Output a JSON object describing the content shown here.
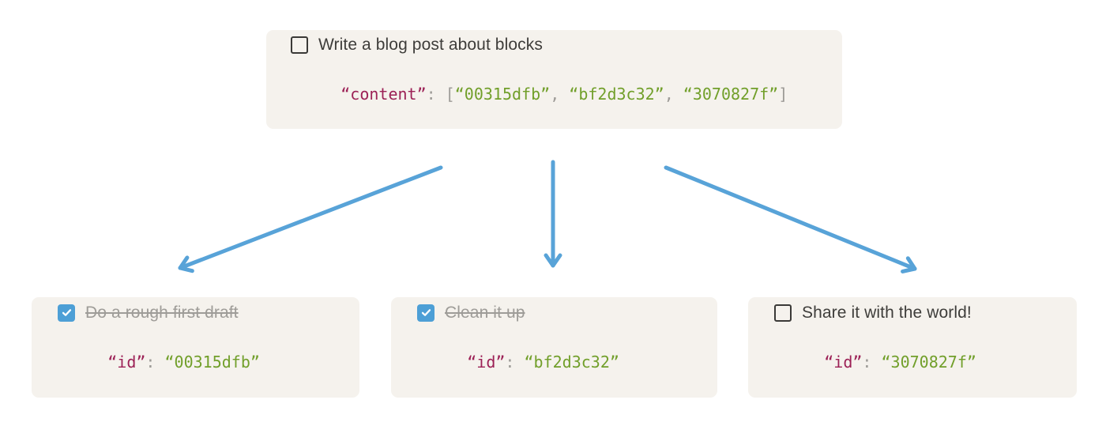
{
  "colors": {
    "arrow_blue": "#58a3d8",
    "checkbox_checked_blue": "#4d9fd6",
    "code_key_maroon": "#9c2156",
    "code_string_green": "#719f2a",
    "code_punct_gray": "#9d9b97",
    "done_text_gray": "#9e9c98",
    "text_dark": "#3e3d3a",
    "card_background": "#f5f2ed"
  },
  "parent": {
    "label": "Write a blog post about blocks",
    "checked": false,
    "code": {
      "key": "“content”",
      "colon": ": ",
      "open_bracket": "[",
      "id1": "“00315dfb”",
      "sep1": ", ",
      "id2": "“bf2d3c32”",
      "sep2": ", ",
      "id3": "“3070827f”",
      "close_bracket": "]"
    }
  },
  "children": [
    {
      "label": "Do a rough first draft",
      "checked": true,
      "code": {
        "key": "“id”",
        "colon": ": ",
        "value": "“00315dfb”"
      }
    },
    {
      "label": "Clean it up",
      "checked": true,
      "code": {
        "key": "“id”",
        "colon": ": ",
        "value": "“bf2d3c32”"
      }
    },
    {
      "label": "Share it with the world!",
      "checked": false,
      "code": {
        "key": "“id”",
        "colon": ": ",
        "value": "“3070827f”"
      }
    }
  ]
}
